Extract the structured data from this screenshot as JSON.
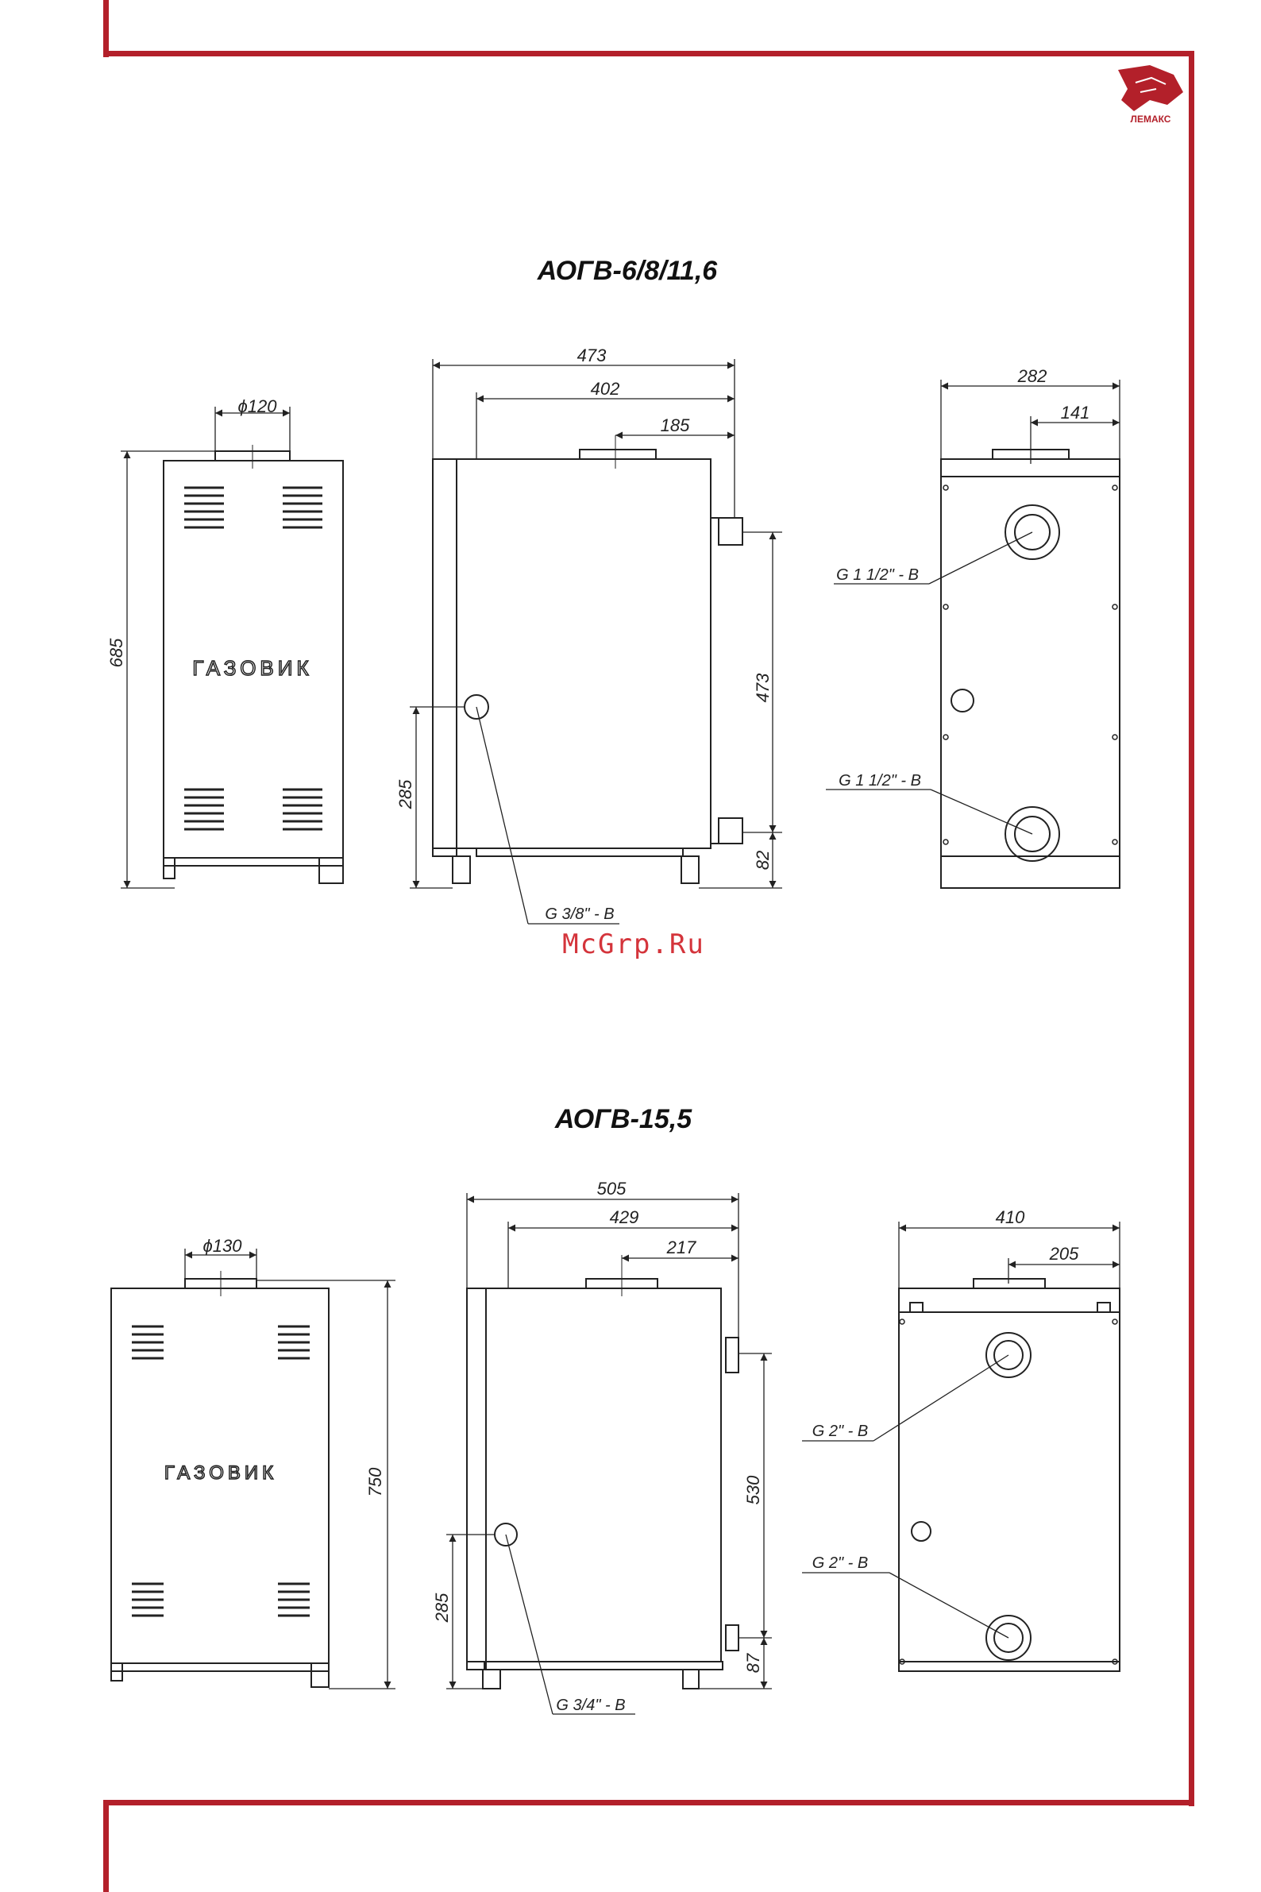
{
  "brand": {
    "name": "ЛЕМАКС",
    "color": "#b3202a",
    "logo_icon": "lion-head-icon"
  },
  "watermark": "McGrp.Ru",
  "sections": [
    {
      "title": "АОГВ-6/8/11,6",
      "front": {
        "flue_diameter": "ϕ120",
        "height": "685",
        "brand_label": "ГАЗОВИК"
      },
      "side": {
        "depth_total": "473",
        "depth_body": "402",
        "flue_offset": "185",
        "pipe_spacing": "473",
        "bottom_pipe_height": "82",
        "gas_inlet_height": "285",
        "gas_connection": "G 3/8\" - B"
      },
      "back": {
        "width": "282",
        "flue_offset": "141",
        "upper_connection": "G 1 1/2\" - B",
        "lower_connection": "G 1 1/2\" - B"
      }
    },
    {
      "title": "АОГВ-15,5",
      "front": {
        "flue_diameter": "ϕ130",
        "height": "750",
        "brand_label": "ГАЗОВИК"
      },
      "side": {
        "depth_total": "505",
        "depth_body": "429",
        "flue_offset": "217",
        "pipe_spacing": "530",
        "bottom_pipe_height": "87",
        "gas_inlet_height": "285",
        "gas_connection": "G 3/4\" - B"
      },
      "back": {
        "width": "410",
        "flue_offset": "205",
        "upper_connection": "G 2\" - B",
        "lower_connection": "G 2\" - B"
      }
    }
  ]
}
